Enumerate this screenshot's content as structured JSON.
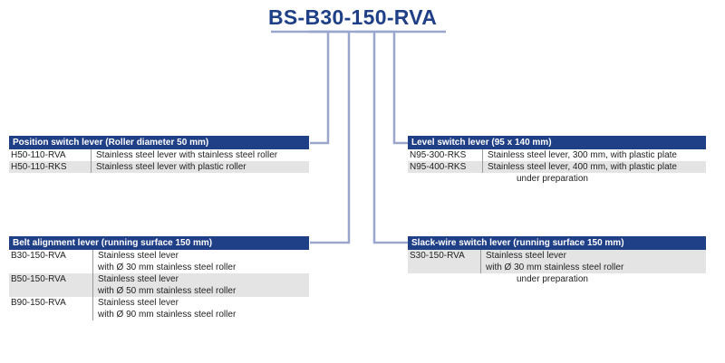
{
  "title": "BS-B30-150-RVA",
  "colors": {
    "accent": "#1f3f86",
    "row_shade": "#e4e4e4"
  },
  "blocks": {
    "position": {
      "header": "Position switch lever (Roller diameter 50 mm)",
      "rows": [
        {
          "code": "H50-110-RVA",
          "lines": [
            "Stainless steel lever with stainless steel roller"
          ]
        },
        {
          "code": "H50-110-RKS",
          "lines": [
            "Stainless steel lever with plastic roller"
          ]
        }
      ]
    },
    "belt": {
      "header": "Belt alignment lever (running surface 150 mm)",
      "rows": [
        {
          "code": "B30-150-RVA",
          "lines": [
            "Stainless steel lever",
            "with Ø 30 mm stainless steel roller"
          ]
        },
        {
          "code": "B50-150-RVA",
          "lines": [
            "Stainless steel lever",
            "with Ø 50 mm stainless steel roller"
          ]
        },
        {
          "code": "B90-150-RVA",
          "lines": [
            "Stainless steel lever",
            "with Ø 90 mm stainless steel roller"
          ]
        }
      ]
    },
    "level": {
      "header": "Level switch lever (95 x 140 mm)",
      "rows": [
        {
          "code": "N95-300-RKS",
          "lines": [
            "Stainless steel lever, 300 mm, with plastic plate"
          ]
        },
        {
          "code": "N95-400-RKS",
          "lines": [
            "Stainless steel lever, 400 mm, with plastic plate"
          ]
        }
      ],
      "note": "under preparation"
    },
    "slack": {
      "header": "Slack-wire switch lever (running surface 150 mm)",
      "rows": [
        {
          "code": "S30-150-RVA",
          "lines": [
            "Stainless steel lever",
            "with Ø 30 mm stainless steel roller"
          ]
        }
      ],
      "note": "under preparation"
    }
  }
}
